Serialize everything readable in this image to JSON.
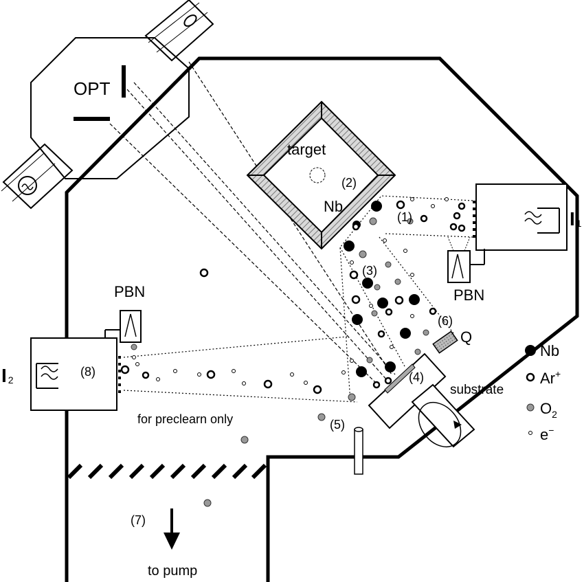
{
  "labels": {
    "opt": "OPT",
    "target": "target",
    "target_material": "Nb",
    "pbn_right": "PBN",
    "pbn_left": "PBN",
    "q": "Q",
    "substrate": "substrate",
    "preclean": "for preclearn only",
    "to_pump": "to pump",
    "i1_main": "I",
    "i1_sub": "1",
    "i2_main": "I",
    "i2_sub": "2"
  },
  "markers": [
    "(1)",
    "(2)",
    "(3)",
    "(4)",
    "(5)",
    "(6)",
    "(7)",
    "(8)"
  ],
  "legend": [
    {
      "label": "Nb",
      "sup": ""
    },
    {
      "label": "Ar",
      "sup": "+"
    },
    {
      "label": "O",
      "sub": "2"
    },
    {
      "label": "e",
      "sup": "−"
    }
  ]
}
